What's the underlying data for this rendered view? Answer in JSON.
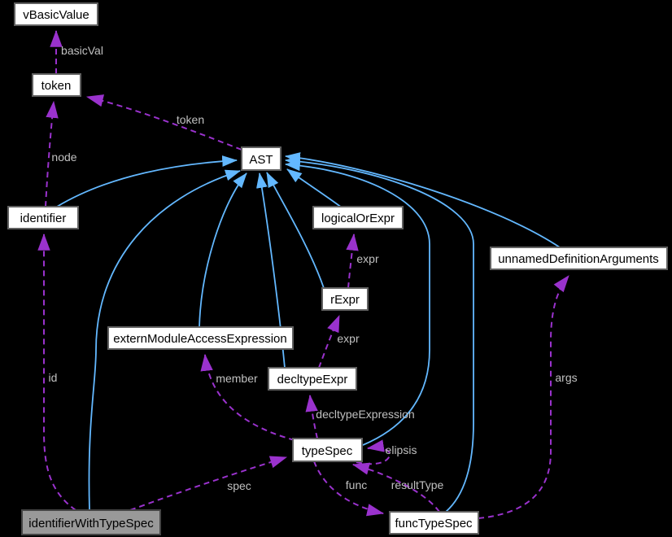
{
  "diagram": {
    "title": "collaboration-graph",
    "background": "#000000",
    "colors": {
      "inheritance_edge": "#63b8ff",
      "usage_edge": "#9a32cd",
      "edge_label_text": "#c0c0c0",
      "node_fill": "#ffffff",
      "node_border": "#606060",
      "node_text": "#000000",
      "current_node_fill": "#999999"
    },
    "nodes": [
      {
        "id": "vBasicValue",
        "label": "vBasicValue"
      },
      {
        "id": "token",
        "label": "token"
      },
      {
        "id": "AST",
        "label": "AST"
      },
      {
        "id": "identifier",
        "label": "identifier"
      },
      {
        "id": "logicalOrExpr",
        "label": "logicalOrExpr"
      },
      {
        "id": "unnamedDefinitionArguments",
        "label": "unnamedDefinitionArguments"
      },
      {
        "id": "rExpr",
        "label": "rExpr"
      },
      {
        "id": "externModuleAccessExpression",
        "label": "externModuleAccessExpression"
      },
      {
        "id": "decltypeExpr",
        "label": "decltypeExpr"
      },
      {
        "id": "typeSpec",
        "label": "typeSpec"
      },
      {
        "id": "identifierWithTypeSpec",
        "label": "identifierWithTypeSpec",
        "current": true
      },
      {
        "id": "funcTypeSpec",
        "label": "funcTypeSpec"
      }
    ],
    "usage_edges": [
      {
        "from": "token",
        "to": "vBasicValue",
        "label": "basicVal"
      },
      {
        "from": "identifier",
        "to": "token",
        "label": "node"
      },
      {
        "from": "AST",
        "to": "token",
        "label": "token"
      },
      {
        "from": "rExpr",
        "to": "logicalOrExpr",
        "label": "expr"
      },
      {
        "from": "decltypeExpr",
        "to": "rExpr",
        "label": "expr"
      },
      {
        "from": "typeSpec",
        "to": "decltypeExpr",
        "label": "decltypeExpression"
      },
      {
        "from": "typeSpec",
        "to": "externModuleAccessExpression",
        "label": "member"
      },
      {
        "from": "identifierWithTypeSpec",
        "to": "identifier",
        "label": "id"
      },
      {
        "from": "identifierWithTypeSpec",
        "to": "typeSpec",
        "label": "spec"
      },
      {
        "from": "typeSpec",
        "to": "funcTypeSpec",
        "label": "func"
      },
      {
        "from": "funcTypeSpec",
        "to": "typeSpec",
        "label": "resultType"
      },
      {
        "from": "typeSpec",
        "to": "typeSpec",
        "label": "elipsis"
      },
      {
        "from": "funcTypeSpec",
        "to": "unnamedDefinitionArguments",
        "label": "args"
      }
    ],
    "inheritance_edges": [
      {
        "from": "identifier",
        "to": "AST"
      },
      {
        "from": "identifierWithTypeSpec",
        "to": "AST"
      },
      {
        "from": "externModuleAccessExpression",
        "to": "AST"
      },
      {
        "from": "decltypeExpr",
        "to": "AST"
      },
      {
        "from": "rExpr",
        "to": "AST"
      },
      {
        "from": "logicalOrExpr",
        "to": "AST"
      },
      {
        "from": "typeSpec",
        "to": "AST"
      },
      {
        "from": "funcTypeSpec",
        "to": "AST"
      },
      {
        "from": "unnamedDefinitionArguments",
        "to": "AST"
      }
    ]
  }
}
